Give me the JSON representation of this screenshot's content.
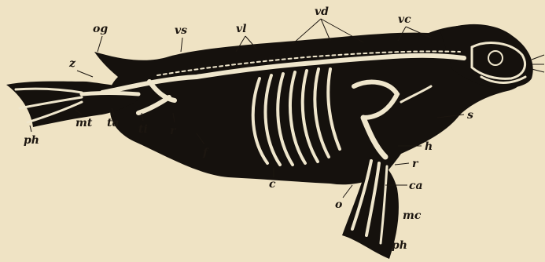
{
  "figure": {
    "subject": "seal skeleton",
    "colors": {
      "paper": "#efe3c4",
      "body": "#15110d",
      "bone": "#efe6cc",
      "ink": "#1c1610"
    },
    "labels": {
      "og": "og",
      "vs": "vs",
      "vl": "vl",
      "vd": "vd",
      "vc": "vc",
      "z": "z",
      "s": "s",
      "h": "h",
      "r_fore": "r",
      "ca": "ca",
      "mc": "mc",
      "ph_fore": "ph",
      "o": "o",
      "c": "c",
      "f": "f",
      "r_hind": "r",
      "ti": "ti",
      "ta": "ta",
      "mt": "mt",
      "ph_hind": "ph"
    }
  }
}
